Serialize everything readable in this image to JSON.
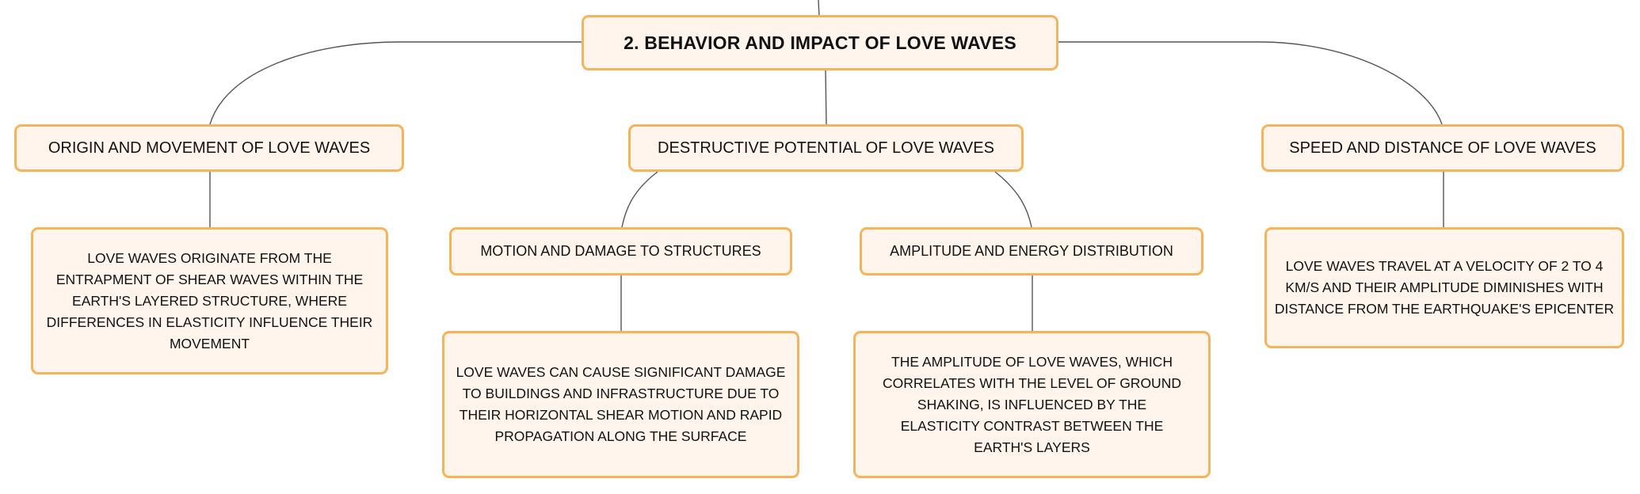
{
  "root": {
    "label": "2. BEHAVIOR AND IMPACT OF LOVE WAVES"
  },
  "branches": {
    "origin": {
      "label": "ORIGIN AND MOVEMENT OF LOVE WAVES",
      "detail": "LOVE WAVES ORIGINATE FROM THE ENTRAPMENT OF SHEAR WAVES WITHIN THE EARTH'S LAYERED STRUCTURE, WHERE DIFFERENCES IN ELASTICITY INFLUENCE THEIR MOVEMENT"
    },
    "destructive": {
      "label": "DESTRUCTIVE POTENTIAL OF LOVE WAVES",
      "motion": {
        "label": "MOTION AND DAMAGE TO STRUCTURES",
        "detail": "LOVE WAVES CAN CAUSE SIGNIFICANT DAMAGE TO BUILDINGS AND INFRASTRUCTURE DUE TO THEIR HORIZONTAL SHEAR MOTION AND RAPID PROPAGATION ALONG THE SURFACE"
      },
      "amplitude": {
        "label": "AMPLITUDE AND ENERGY DISTRIBUTION",
        "detail": "THE AMPLITUDE OF LOVE WAVES, WHICH CORRELATES WITH THE LEVEL OF GROUND SHAKING, IS INFLUENCED BY THE ELASTICITY CONTRAST BETWEEN THE EARTH'S LAYERS"
      }
    },
    "speed": {
      "label": "SPEED AND DISTANCE OF LOVE WAVES",
      "detail": "LOVE WAVES TRAVEL AT A VELOCITY OF 2 TO 4 KM/S AND THEIR AMPLITUDE DIMINISHES WITH DISTANCE FROM THE EARTHQUAKE'S EPICENTER"
    }
  },
  "colors": {
    "node_fill": "#fff5ec",
    "node_border": "#f5b35a",
    "connector": "#555555"
  }
}
